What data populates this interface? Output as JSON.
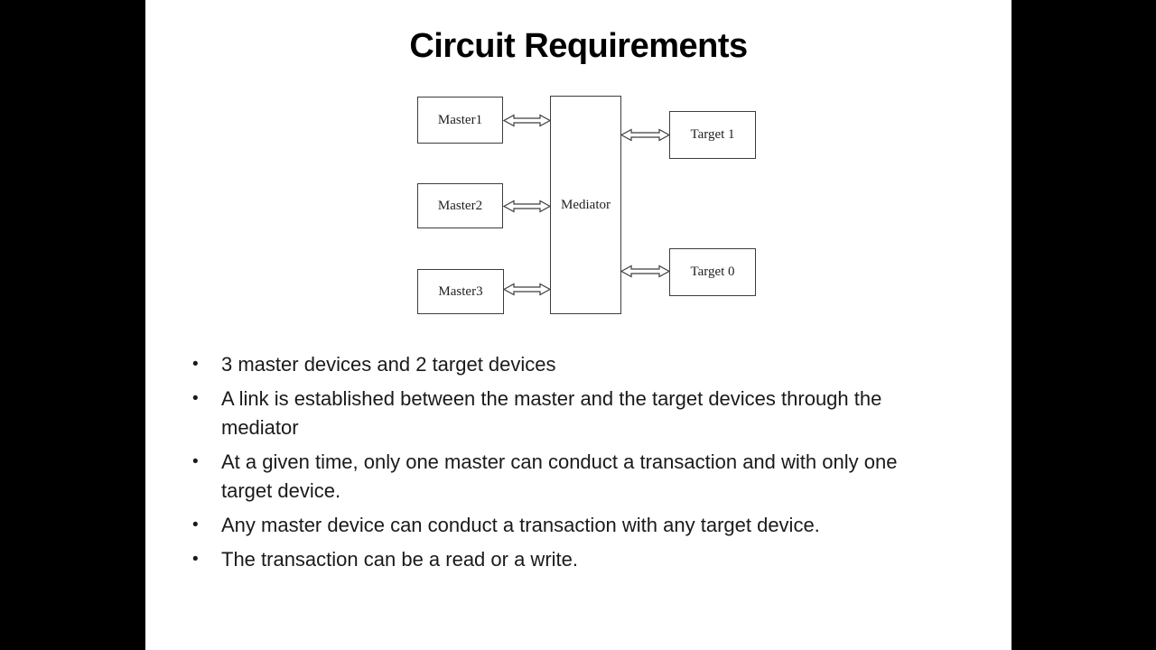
{
  "slide": {
    "title": "Circuit Requirements",
    "bullet_char": "•",
    "bullets": [
      {
        "lines": [
          "3 master devices and 2 target devices"
        ]
      },
      {
        "lines": [
          "A link is established between the master and the target devices through the",
          "mediator"
        ]
      },
      {
        "lines": [
          "At a given time, only one master can conduct a transaction and with only one",
          "target device."
        ]
      },
      {
        "lines": [
          "Any master device can conduct a transaction with any target device."
        ]
      },
      {
        "lines": [
          "The transaction can be a read or a write."
        ]
      }
    ]
  },
  "diagram": {
    "masters": [
      "Master1",
      "Master2",
      "Master3"
    ],
    "mediator_label": "Mediator",
    "targets": [
      "Target 1",
      "Target 0"
    ],
    "connections": [
      "Master1-Mediator",
      "Master2-Mediator",
      "Master3-Mediator",
      "Mediator-Target 1",
      "Mediator-Target 0"
    ],
    "arrow_style": "hollow-double-headed"
  },
  "colors": {
    "letterbox": "#000000",
    "slide_background": "#ffffff",
    "title_text": "#000000",
    "body_text": "#1a1a1a",
    "diagram_line": "#3d3d3d"
  }
}
